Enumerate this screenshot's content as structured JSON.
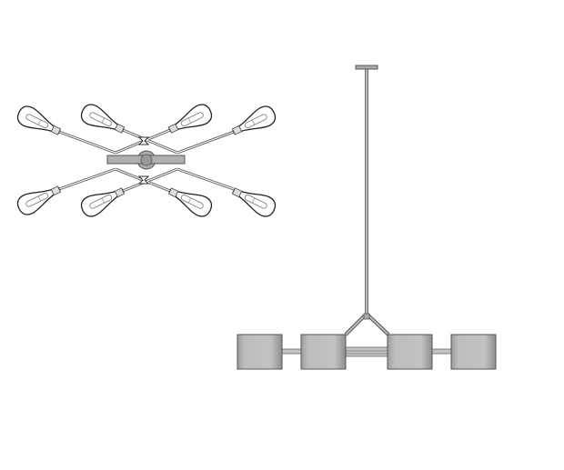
{
  "drawing": {
    "subject": "chandelier",
    "views": [
      "top-view",
      "side-view"
    ],
    "colors": {
      "line": "#333333",
      "shade": "#b4b4b4",
      "metal": "#9a9a9a"
    }
  }
}
